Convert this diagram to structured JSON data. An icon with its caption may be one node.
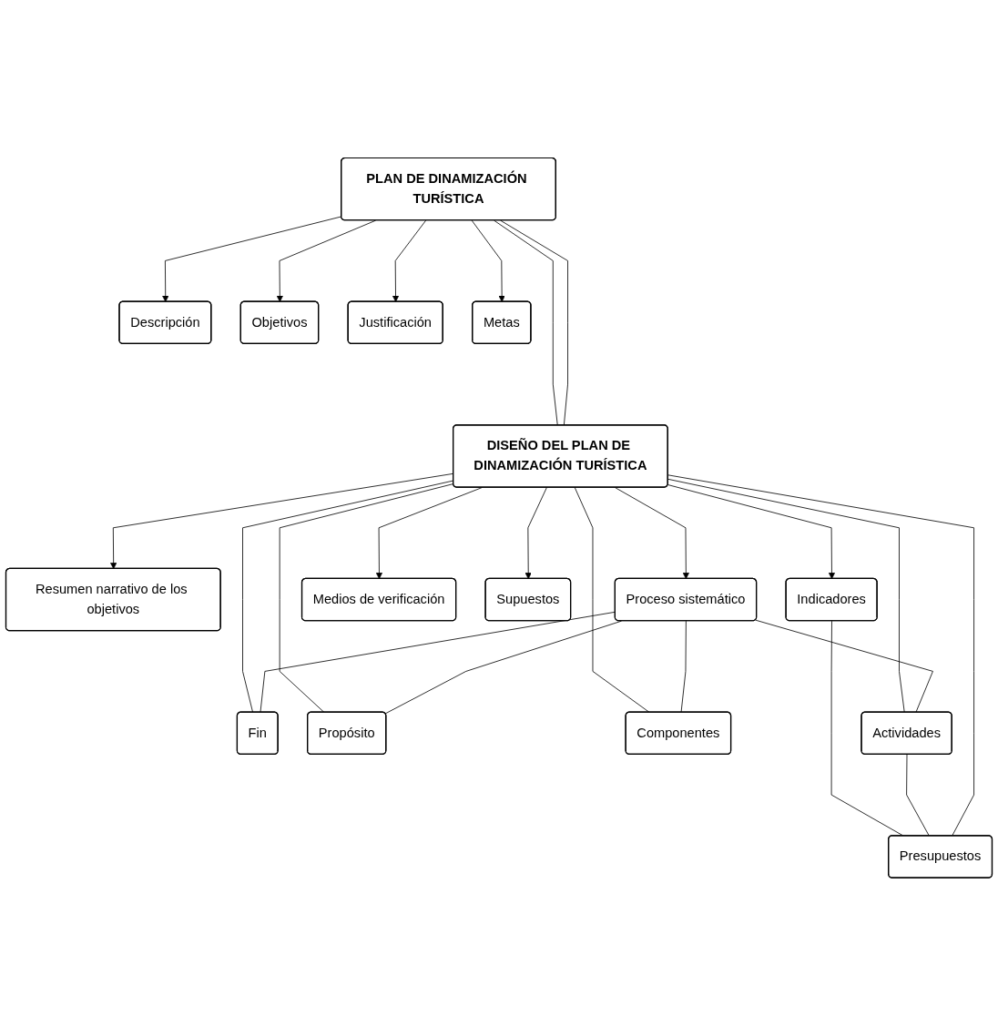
{
  "diagram": {
    "nodes": [
      {
        "text": [
          "PLAN DE DINAMIZACIÓN TURÍSTICA"
        ]
      },
      {
        "text": [
          "Descripción"
        ]
      },
      {
        "text": [
          "Objetivos"
        ]
      },
      {
        "text": [
          "Justificación"
        ]
      },
      {
        "text": [
          "Metas"
        ]
      },
      {
        "text": [
          "DISEÑO DEL PLAN DE DINAMIZACIÓN TURÍSTICA"
        ]
      },
      {
        "text": [
          "Resumen narrativo de los objetivos"
        ]
      },
      {
        "text": [
          "Proceso sistemático"
        ]
      },
      {
        "text": [
          "Indicadores"
        ]
      },
      {
        "text": [
          "Medios de verificación"
        ]
      },
      {
        "text": [
          "Supuestos"
        ]
      },
      {
        "text": [
          "Fin"
        ]
      },
      {
        "text": [
          "Propósito"
        ]
      },
      {
        "text": [
          "Componentes"
        ]
      },
      {
        "text": [
          "Actividades"
        ]
      },
      {
        "text": [
          "Presupuestos"
        ]
      }
    ],
    "edges": [
      {
        "from": 0,
        "to": 1,
        "arrow": "to"
      },
      {
        "from": 0,
        "to": 2,
        "arrow": "to"
      },
      {
        "from": 0,
        "to": 3,
        "arrow": "to"
      },
      {
        "from": 0,
        "to": 4,
        "arrow": "to"
      },
      {
        "from": 0,
        "to": 5,
        "arrow": "none"
      },
      {
        "from": 0,
        "to": 5,
        "arrow": "none"
      },
      {
        "from": 5,
        "to": 6,
        "arrow": "to"
      },
      {
        "from": 5,
        "to": 7,
        "arrow": "to"
      },
      {
        "from": 5,
        "to": 8,
        "arrow": "to"
      },
      {
        "from": 5,
        "to": 9,
        "arrow": "to"
      },
      {
        "from": 5,
        "to": 10,
        "arrow": "to"
      },
      {
        "from": 5,
        "to": 11,
        "arrow": "none"
      },
      {
        "from": 5,
        "to": 12,
        "arrow": "none"
      },
      {
        "from": 5,
        "to": 13,
        "arrow": "none"
      },
      {
        "from": 5,
        "to": 14,
        "arrow": "none"
      },
      {
        "from": 7,
        "to": 11,
        "arrow": "none"
      },
      {
        "from": 7,
        "to": 12,
        "arrow": "none"
      },
      {
        "from": 7,
        "to": 13,
        "arrow": "none"
      },
      {
        "from": 7,
        "to": 14,
        "arrow": "none"
      },
      {
        "from": 8,
        "to": 15,
        "arrow": "none"
      },
      {
        "from": 14,
        "to": 15,
        "arrow": "none"
      },
      {
        "from": 15,
        "to": 5,
        "arrow": "none"
      }
    ]
  }
}
